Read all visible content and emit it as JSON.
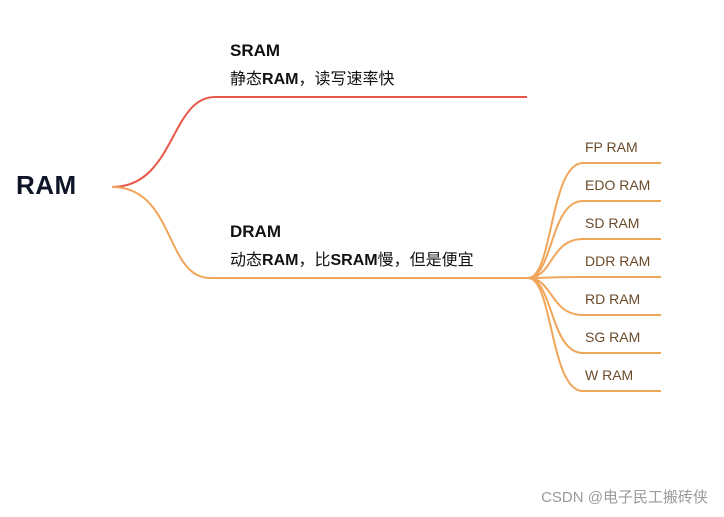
{
  "colors": {
    "sram_branch": "#e8584a",
    "dram_branch": "#f0a65a",
    "root_text": "#0d1526",
    "leaf_text": "#6b4a2a",
    "watermark": "#9a9a9a"
  },
  "root": {
    "label": "RAM"
  },
  "sram": {
    "title": "SRAM",
    "desc_pre": "静态",
    "desc_bold": "RAM",
    "desc_post": "，读写速率快"
  },
  "dram": {
    "title": "DRAM",
    "desc_pre": "动态",
    "desc_bold": "RAM",
    "desc_mid": "，比",
    "desc_bold2": "SRAM",
    "desc_post": "慢，但是便宜",
    "children": [
      "FP RAM",
      "EDO RAM",
      "SD RAM",
      "DDR RAM",
      "RD RAM",
      "SG RAM",
      "W RAM"
    ]
  },
  "watermark": "CSDN @电子民工搬砖侠"
}
